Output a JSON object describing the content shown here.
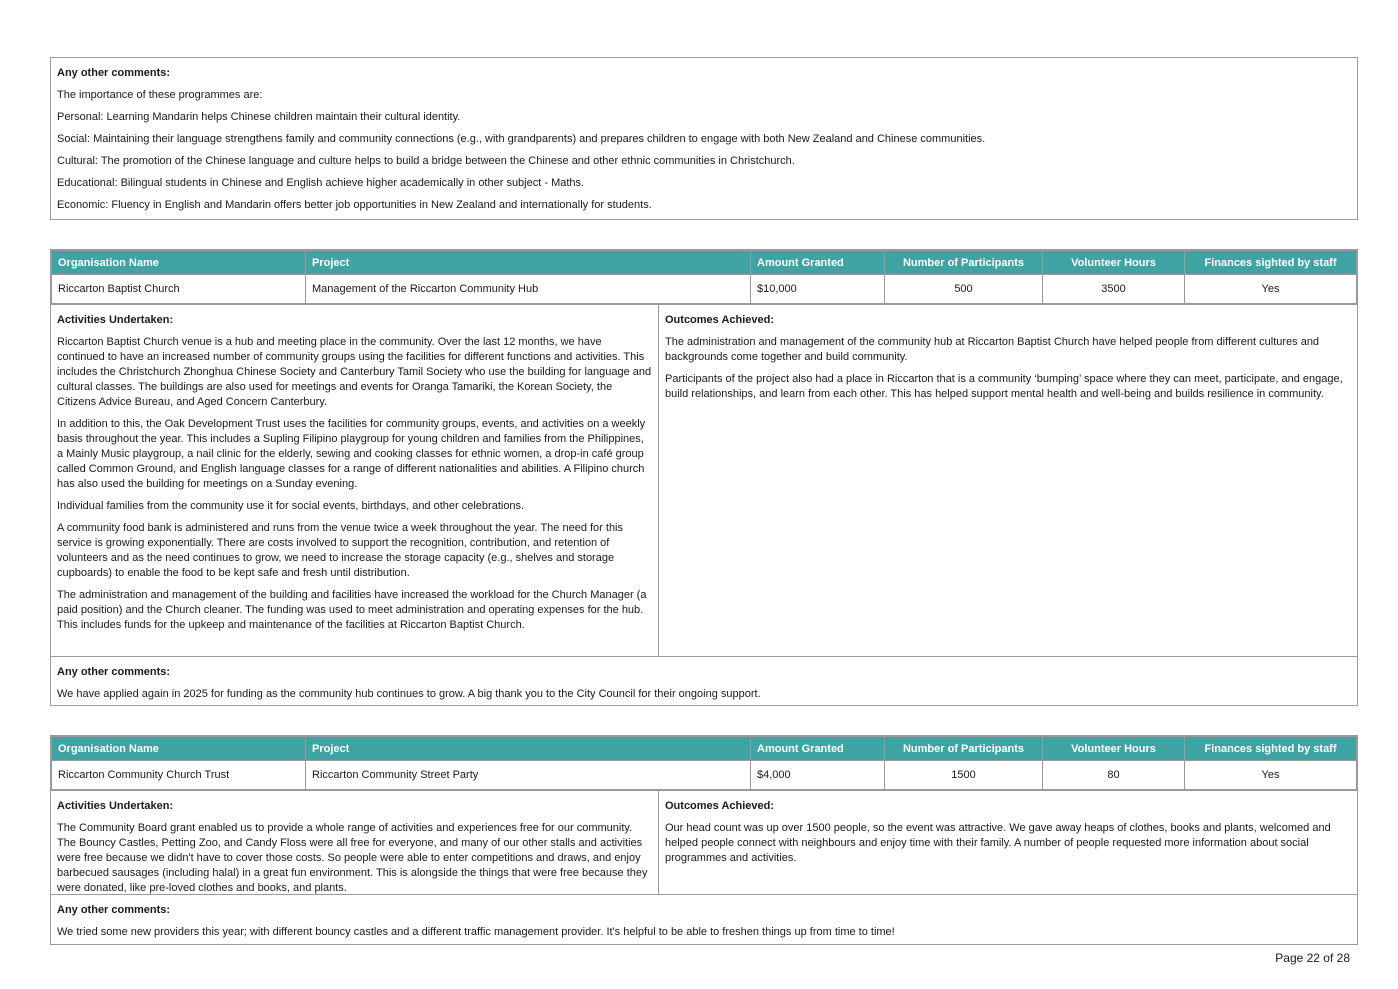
{
  "first_comments": {
    "label": "Any other comments:",
    "lines": [
      "The importance of these programmes are:",
      "Personal: Learning Mandarin helps Chinese children maintain their cultural identity.",
      "Social: Maintaining their language strengthens family and community connections (e.g., with grandparents) and prepares children to engage with both New Zealand and Chinese communities.",
      "Cultural: The promotion of the Chinese language and culture helps to build a bridge between the Chinese and other ethnic communities in Christchurch.",
      "Educational: Bilingual students in Chinese and English achieve higher academically in other subject - Maths.",
      "Economic: Fluency in English and Mandarin offers better job opportunities in New Zealand and internationally for students."
    ]
  },
  "headers": [
    "Organisation Name",
    "Project",
    "Amount Granted",
    "Number of Participants",
    "Volunteer Hours",
    "Finances sighted by staff"
  ],
  "labels": {
    "activities": "Activities Undertaken:",
    "outcomes": "Outcomes Achieved:",
    "comments": "Any other comments:"
  },
  "records": [
    {
      "org": "Riccarton Baptist Church",
      "project": "Management of the Riccarton Community Hub",
      "amount": "$10,000",
      "participants": "500",
      "hours": "3500",
      "finances": "Yes",
      "activities": [
        "Riccarton Baptist Church venue is a hub and meeting place in the community. Over the last 12 months, we have continued to have an increased number of community groups using the facilities for different functions and activities. This includes the Christchurch Zhonghua Chinese Society and Canterbury Tamil Society who use the building for language and cultural classes. The buildings are also used for meetings and events for Oranga Tamariki, the Korean Society, the Citizens Advice Bureau, and Aged Concern Canterbury.",
        "In addition to this, the Oak Development Trust uses the facilities for community groups, events, and activities on a weekly basis throughout the year. This includes a Supling Filipino playgroup for young children and families from the Philippines, a Mainly Music playgroup, a nail clinic for the elderly, sewing and cooking classes for ethnic women, a drop-in café group called Common Ground, and English language classes for a range of different nationalities and abilities. A Filipino church has also used the building for meetings on a Sunday evening.",
        "Individual families from the community use it for social events, birthdays, and other celebrations.",
        "A community food bank is administered and runs from the venue twice a week throughout the year. The need for this service is growing exponentially. There are costs involved to support the recognition, contribution, and retention of volunteers and as the need continues to grow, we need to increase the storage capacity (e.g., shelves and storage cupboards) to enable the food to be kept safe and fresh until distribution.",
        "The administration and management of the building and facilities have increased the workload for the Church Manager (a paid position) and the Church cleaner. The funding was used to meet administration and operating expenses for the hub. This includes funds for the upkeep and maintenance of the facilities at Riccarton Baptist Church."
      ],
      "outcomes": [
        "The administration and management of the community hub at Riccarton Baptist Church have helped people from different cultures and backgrounds come together and build community.",
        "Participants of the project also had a place in Riccarton that is a community ‘bumping’ space where they can meet, participate, and engage, build relationships, and learn from each other. This has helped support mental health and well-being and builds resilience in community."
      ],
      "comments": "We have applied again in 2025 for funding as the community hub continues to grow. A big thank you to the City Council for their ongoing support."
    },
    {
      "org": "Riccarton Community Church Trust",
      "project": "Riccarton Community Street Party",
      "amount": "$4,000",
      "participants": "1500",
      "hours": "80",
      "finances": "Yes",
      "activities": [
        "The Community Board grant enabled us to provide a whole range of activities and experiences free for our community. The Bouncy Castles, Petting Zoo, and Candy Floss were all free for everyone, and many of our other stalls and activities were free because we didn't have to cover those costs. So people were able to enter competitions and draws, and enjoy barbecued sausages (including halal) in a great fun environment. This is alongside the things that were free because they were donated, like pre-loved clothes and books, and plants."
      ],
      "outcomes": [
        "Our head count was up over 1500 people, so the event was attractive. We gave away heaps of clothes, books and plants, welcomed and helped people connect with neighbours and enjoy time with their family. A number of people requested more information about social programmes and activities."
      ],
      "comments": "We tried some new providers this year; with different bouncy castles and a different traffic management provider. It's helpful to be able to freshen things up from time to time!"
    }
  ],
  "page": "Page 22 of 28"
}
